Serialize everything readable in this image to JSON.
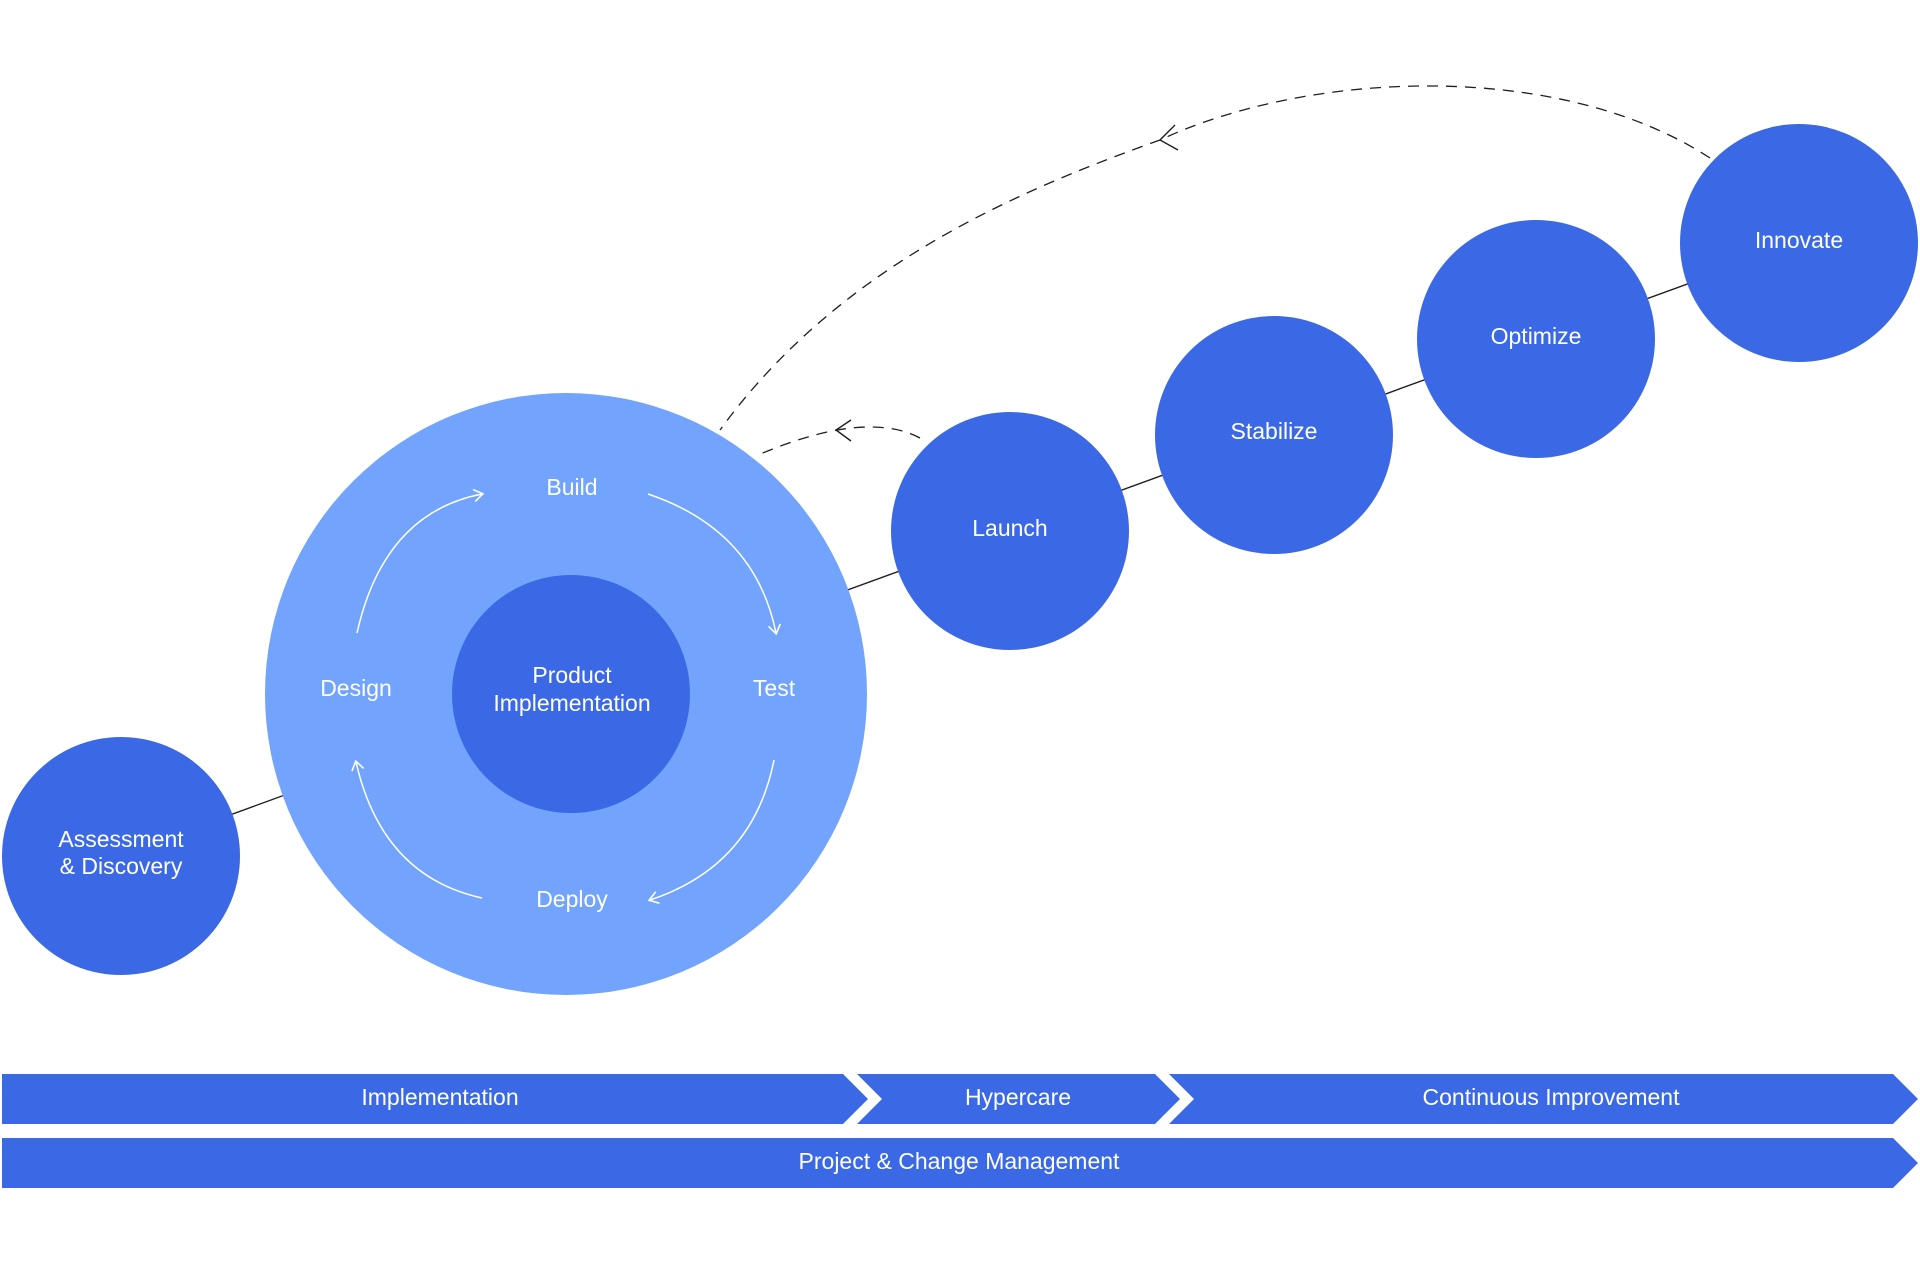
{
  "colors": {
    "node_fill": "#3B69E6",
    "outer_ring_fill": "#72A3FD",
    "text": "#FFFFFF",
    "connector": "#1F1F1F",
    "dashed_arrow": "#1F1F1F"
  },
  "nodes": {
    "assessment": {
      "line1": "Assessment",
      "line2": "& Discovery"
    },
    "launch": "Launch",
    "stabilize": "Stabilize",
    "optimize": "Optimize",
    "innovate": "Innovate"
  },
  "cycle": {
    "center_line1": "Product",
    "center_line2": "Implementation",
    "build": "Build",
    "test": "Test",
    "deploy": "Deploy",
    "design": "Design"
  },
  "bands": {
    "implementation": "Implementation",
    "hypercare": "Hypercare",
    "continuous_improvement": "Continuous Improvement",
    "project_change": "Project & Change Management"
  }
}
